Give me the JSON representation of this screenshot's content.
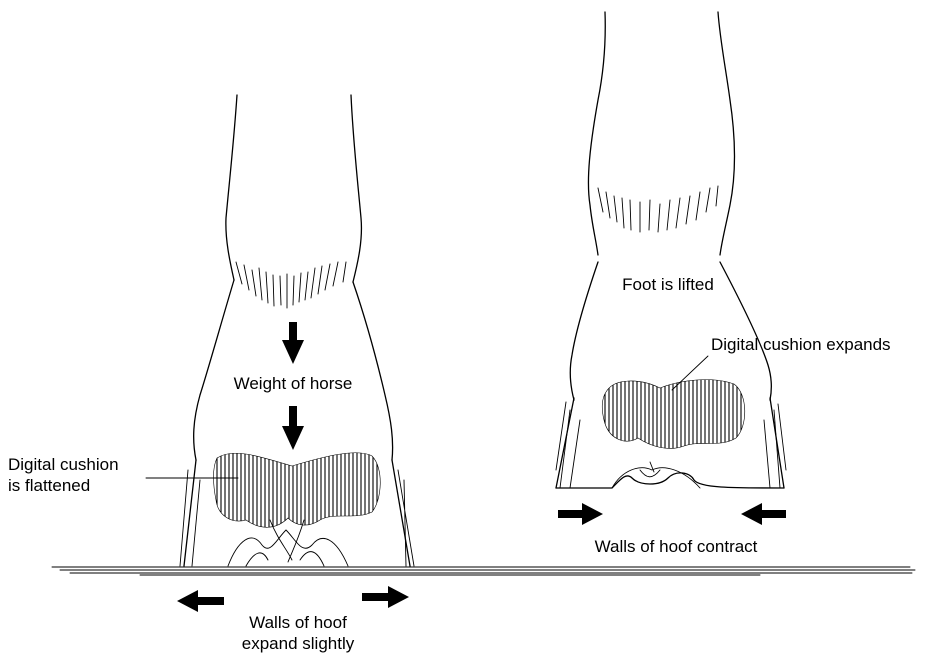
{
  "labels": {
    "weight": "Weight of horse",
    "cushion_flattened_line1": "Digital cushion",
    "cushion_flattened_line2": "is flattened",
    "walls_expand_line1": "Walls of hoof",
    "walls_expand_line2": "expand slightly",
    "foot_lifted": "Foot is lifted",
    "cushion_expands": "Digital cushion expands",
    "walls_contract": "Walls of hoof contract"
  }
}
